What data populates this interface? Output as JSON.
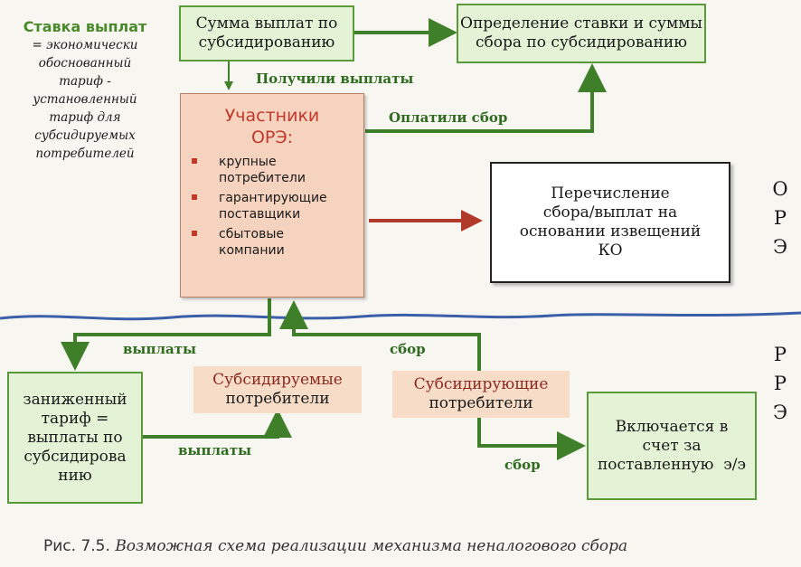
{
  "left_description": {
    "heading": "Ставка выплат",
    "lines": [
      "= экономически",
      "обоснованный",
      "тариф -",
      "установленный",
      "тариф для",
      "субсидируемых",
      "потребителей"
    ]
  },
  "boxes": {
    "sum_payments": [
      "Сумма выплат по",
      "субсидированию"
    ],
    "determine_rate": [
      "Определение ставки и суммы",
      "сбора по субсидированию"
    ],
    "ore_title": [
      "Участники",
      "ОРЭ:"
    ],
    "ore_items": [
      [
        "крупные",
        "потребители"
      ],
      [
        "гарантирующие",
        "поставщики"
      ],
      [
        "сбытовые",
        "компании"
      ]
    ],
    "transfer": [
      "Перечисление",
      "сбора/выплат на",
      "основании извещений",
      "КО"
    ],
    "lowered_tariff": [
      "заниженный",
      "тариф =",
      "выплаты по",
      "субсидирова",
      "нию"
    ],
    "subsidized": [
      "Субсидируемые",
      "потребители"
    ],
    "subsidizing": [
      "Субсидирующие",
      "потребители"
    ],
    "included": [
      "Включается в",
      "счет за",
      "поставленную  э/э"
    ]
  },
  "labels": {
    "received": "Получили выплаты",
    "paid_fee": "Оплатили сбор",
    "payments_1": "выплаты",
    "payments_2": "выплаты",
    "fee_1": "сбор",
    "fee_2": "сбор"
  },
  "side": {
    "ore": [
      "О",
      "Р",
      "Э"
    ],
    "rre": [
      "Р",
      "Р",
      "Э"
    ]
  },
  "caption": {
    "prefix": "Рис. 7.5.",
    "text": "Возможная схема реализации механизма неналогового сбора"
  },
  "colors": {
    "arrow_green": "#3f7f2a",
    "arrow_red": "#b23a2a",
    "boundary_blue": "#3b5fa8"
  }
}
